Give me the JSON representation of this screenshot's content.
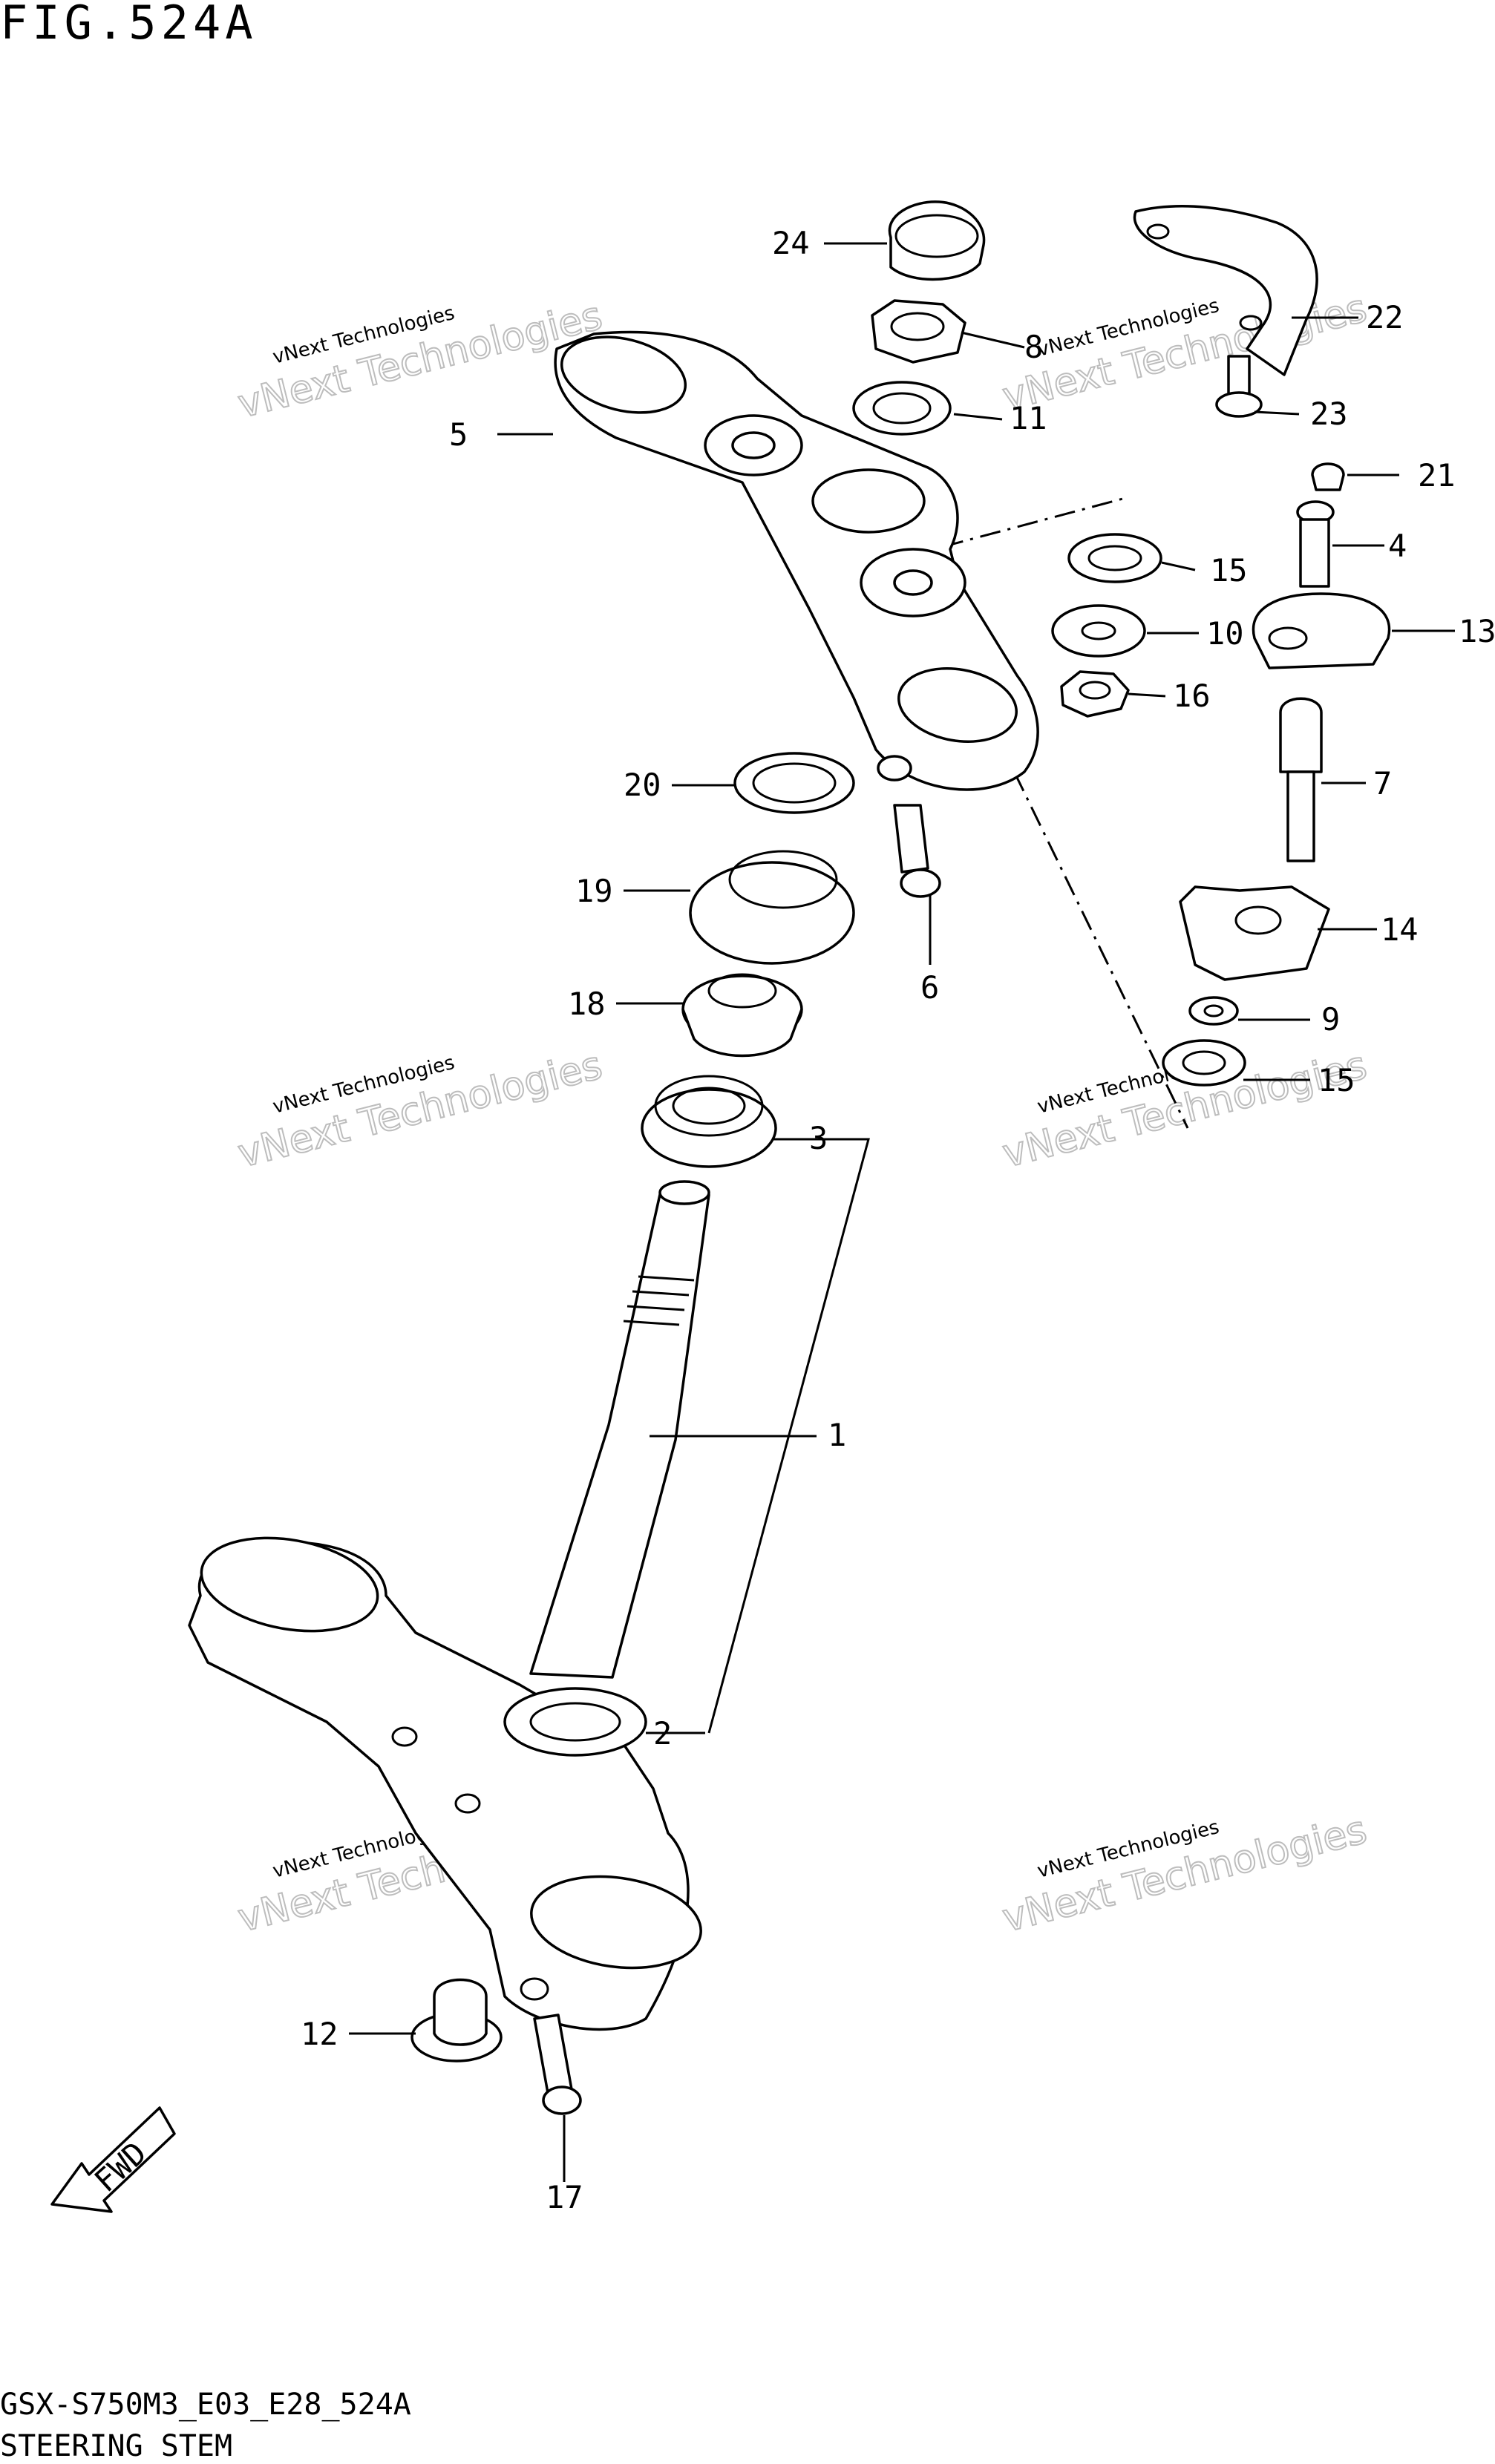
{
  "header": {
    "figure_title": "FIG.524A"
  },
  "footer": {
    "model_code": "GSX-S750M3_E03_E28_524A",
    "section_name": "STEERING STEM"
  },
  "watermarks": [
    {
      "line1": "vNext Technologies",
      "line2": "vNext Technologies"
    },
    {
      "line1": "vNext Technologies",
      "line2": "vNext Technologies"
    },
    {
      "line1": "vNext Technologies",
      "line2": "vNext Technologies"
    },
    {
      "line1": "vNext Technologies",
      "line2": "vNext Technologies"
    },
    {
      "line1": "vNext Technologies",
      "line2": "vNext Technologies"
    },
    {
      "line1": "vNext Technologies",
      "line2": "vNext Technologies"
    }
  ],
  "callouts": [
    "24",
    "8",
    "22",
    "23",
    "5",
    "11",
    "21",
    "4",
    "15",
    "10",
    "13",
    "16",
    "7",
    "20",
    "19",
    "6",
    "14",
    "18",
    "9",
    "15",
    "3",
    "1",
    "2",
    "12",
    "17"
  ],
  "fwd_label": "FWD"
}
